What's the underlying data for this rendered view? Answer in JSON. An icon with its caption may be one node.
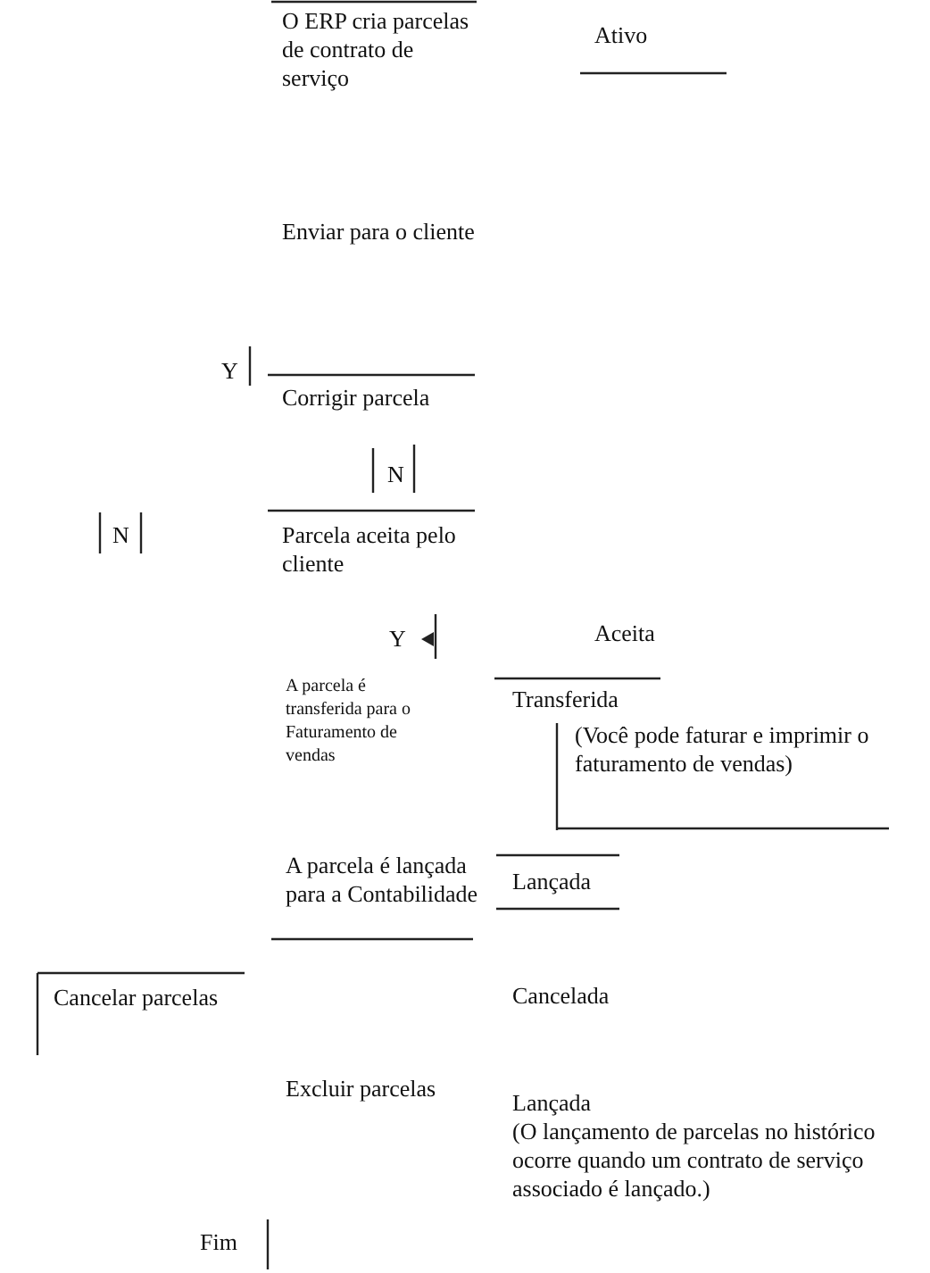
{
  "diagram": {
    "nodes": [
      {
        "text": [
          "O ERP cria parcelas de contrato de serviço"
        ]
      },
      {
        "text": [
          "Ativo"
        ]
      },
      {
        "text": [
          "Enviar para o cliente"
        ]
      },
      {
        "text": [
          "Corrigir parcela"
        ]
      },
      {
        "text": [
          "Parcela aceita pelo cliente"
        ]
      },
      {
        "text": [
          "Aceita"
        ]
      },
      {
        "text": [
          "A parcela é transferida para o Faturamento de vendas"
        ]
      },
      {
        "text": [
          "Transferida",
          "(Você pode faturar e imprimir o faturamento de vendas)"
        ]
      },
      {
        "text": [
          "A parcela é lançada para a Contabilidade"
        ]
      },
      {
        "text": [
          "Lançada"
        ]
      },
      {
        "text": [
          "Cancelar parcelas"
        ]
      },
      {
        "text": [
          "Cancelada"
        ]
      },
      {
        "text": [
          "Excluir parcelas"
        ]
      },
      {
        "text": [
          "Lançada",
          "(O lançamento de parcelas no histórico ocorre quando um contrato de serviço associado é lançado.)"
        ]
      },
      {
        "text": [
          "Fim"
        ]
      }
    ],
    "labels": [
      "Y",
      "N",
      "N",
      "Y"
    ]
  }
}
